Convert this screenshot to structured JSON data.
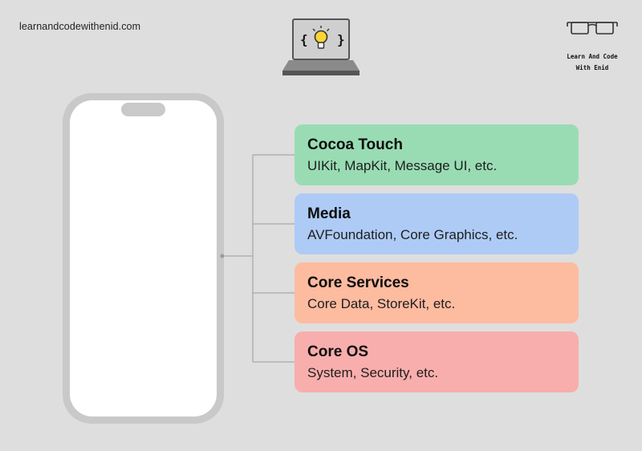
{
  "header": {
    "site_url": "learnandcodewithenid.com",
    "brand_name": "Learn And Code\nWith Enid",
    "logo_icon": "laptop-lightbulb-icon",
    "brand_icon": "glasses-icon"
  },
  "phone": {
    "icon": "iphone-outline",
    "frame_color": "#c9c9c9",
    "screen_color": "#ffffff"
  },
  "layers": [
    {
      "title": "Cocoa Touch",
      "description": "UIKit, MapKit, Message UI, etc.",
      "color": "#99dcb4"
    },
    {
      "title": "Media",
      "description": "AVFoundation, Core Graphics, etc.",
      "color": "#aecbf6"
    },
    {
      "title": "Core Services",
      "description": "Core Data, StoreKit, etc.",
      "color": "#fdbba0"
    },
    {
      "title": "Core OS",
      "description": "System, Security, etc.",
      "color": "#f8aeac"
    }
  ]
}
